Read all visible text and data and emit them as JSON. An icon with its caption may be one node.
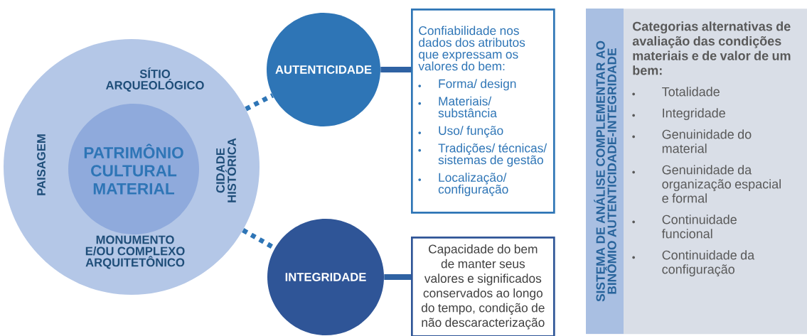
{
  "diagram": {
    "nodes": [
      {
        "text": [
          "SÍTIO ARQUEOLÓGICO",
          "PAISAGEM",
          "CIDADE HISTÓRICA",
          "MONUMENTO E/OU COMPLEXO ARQUITETÔNICO"
        ]
      },
      {
        "text": [
          "PATRIMÔNIO CULTURAL MATERIAL"
        ],
        "in": 0
      },
      {
        "text": [
          "AUTENTICIDADE"
        ]
      },
      {
        "text": [
          "Confiabilidade nos dados dos atributos que expressam os valores do bem:",
          "Forma/ design",
          "Materiais/ substância",
          "Uso/ função",
          "Tradições/ técnicas/ sistemas de gestão",
          "Localização/ configuração"
        ]
      },
      {
        "text": [
          "INTEGRIDADE"
        ]
      },
      {
        "text": [
          "Capacidade do bem de manter seus valores e significados conservados ao longo do tempo, condição de não descaracterização"
        ]
      },
      {
        "text": [
          "SISTEMA DE ANÁLISE COMPLEMENTAR AO BINÔMIO AUTENTICIDADE-INTEGRIDADE",
          "Categorias alternativas de avaliação das condições materiais e de valor de um bem:",
          "Totalidade",
          "Integridade",
          "Genuinidade do material",
          "Genuinidade da organização espacial e formal",
          "Continuidade funcional",
          "Continuidade da configuração"
        ]
      }
    ],
    "edges": [
      {
        "from": 0,
        "to": 2,
        "arrow": "none",
        "style": "dashed"
      },
      {
        "from": 0,
        "to": 4,
        "arrow": "none",
        "style": "dashed"
      },
      {
        "from": 2,
        "to": 3,
        "arrow": "none"
      },
      {
        "from": 4,
        "to": 5,
        "arrow": "none"
      }
    ]
  }
}
